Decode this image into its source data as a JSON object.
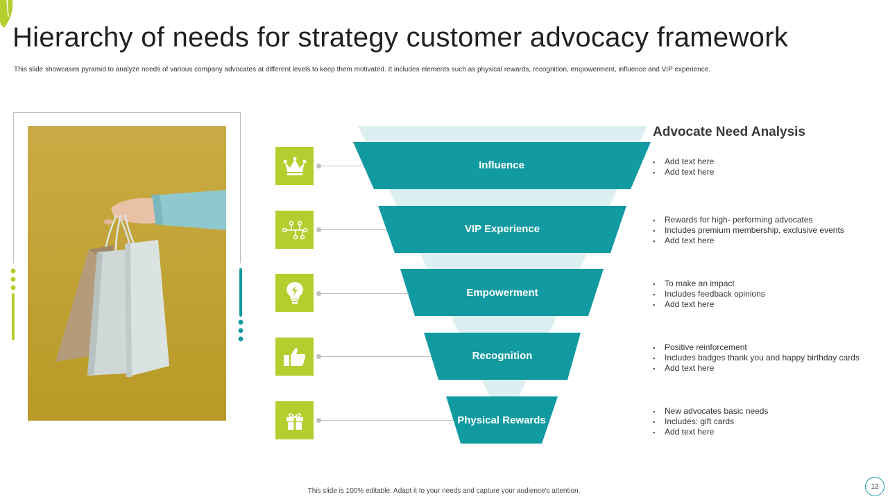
{
  "title": "Hierarchy of needs for strategy customer advocacy framework",
  "subtitle": "This slide showcases pyramid to analyze needs of various company advocates at different levels to keep them motivated. It includes elements such as physical rewards, recognition, empowerment, influence and VIP experience.",
  "colors": {
    "teal": "#129aa1",
    "light_teal": "#dcf0f2",
    "lime": "#b5cd2e",
    "photo_bg": "#c9a83a"
  },
  "tiers": [
    {
      "label": "Influence",
      "icon": "crown-icon"
    },
    {
      "label": "VIP Experience",
      "icon": "network-icon"
    },
    {
      "label": "Empowerment",
      "icon": "lightbulb-icon"
    },
    {
      "label": "Recognition",
      "icon": "thumbs-up-icon"
    },
    {
      "label": "Physical Rewards",
      "icon": "gift-icon"
    }
  ],
  "analysis": {
    "title": "Advocate Need Analysis",
    "groups": [
      [
        "Add text here",
        "Add text here"
      ],
      [
        "Rewards for high- performing advocates",
        "Includes premium membership, exclusive events",
        "Add text here"
      ],
      [
        "To make an impact",
        "Includes feedback opinions",
        "Add text here"
      ],
      [
        "Positive reinforcement",
        "Includes badges thank you and happy birthday cards",
        "Add text here"
      ],
      [
        "New advocates basic needs",
        "Includes: gift cards",
        "Add text here"
      ]
    ]
  },
  "footer": "This slide is 100% editable. Adapt it to your needs and capture your audience's attention.",
  "page_number": "12"
}
